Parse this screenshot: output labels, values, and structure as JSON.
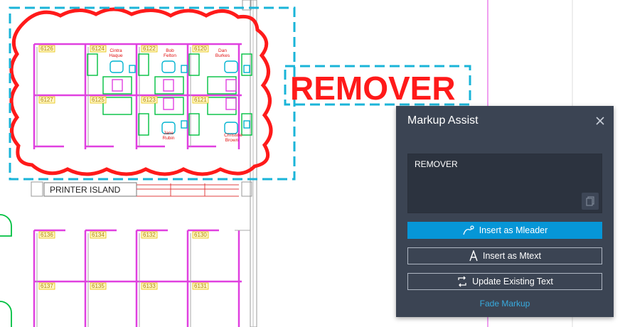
{
  "drawing": {
    "markup_text": "REMOVER",
    "printer_island_label": "PRINTER  ISLAND",
    "room_tags_top": [
      "6126",
      "6124",
      "6122",
      "6120"
    ],
    "room_tags_mid": [
      "6127",
      "6125",
      "6123",
      "6121"
    ],
    "room_tags_lower": [
      "6136",
      "6134",
      "6132",
      "6130"
    ],
    "room_tags_bottom": [
      "6137",
      "6135",
      "6133",
      "6131"
    ],
    "occupants": {
      "cintra_1": "Cintra",
      "cintra_2": "Haque",
      "bob_1": "Bob",
      "bob_2": "Felton",
      "dan_1": "Dan",
      "dan_2": "Burkes",
      "jane_1": "Jane",
      "jane_2": "Rubin",
      "christine_1": "Christine",
      "christine_2": "Brown"
    },
    "colors": {
      "cloud": "#ff1a1a",
      "selection_dash": "#1ab4d8",
      "walls": "#e040e0",
      "furniture": "#00c040",
      "tags": "#e6c200"
    }
  },
  "panel": {
    "title": "Markup Assist",
    "text_value": "REMOVER",
    "insert_mleader_label": "Insert as Mleader",
    "insert_mtext_label": "Insert as Mtext",
    "update_text_label": "Update Existing Text",
    "fade_markup_label": "Fade Markup",
    "icons": {
      "close": "close-icon",
      "copy": "copy-icon",
      "mleader": "mleader-icon",
      "mtext": "mtext-icon",
      "update": "update-icon"
    }
  }
}
